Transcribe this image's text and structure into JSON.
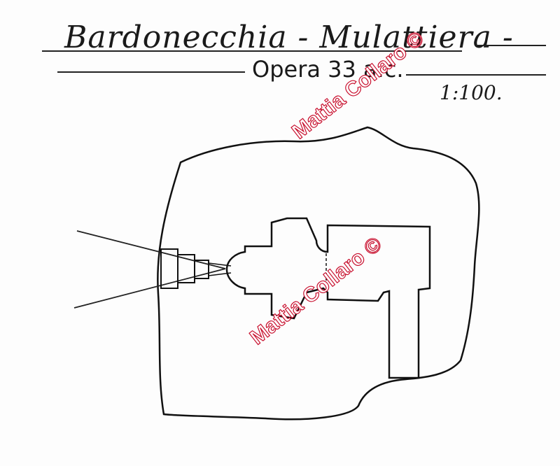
{
  "header": {
    "title": "Bardonecchia - Mulattiera -",
    "subtitle": "Opera 33 a.c.",
    "scale": "1:100."
  },
  "watermark": {
    "text": "Mattia Collaro ©",
    "color": "#c8102e"
  }
}
